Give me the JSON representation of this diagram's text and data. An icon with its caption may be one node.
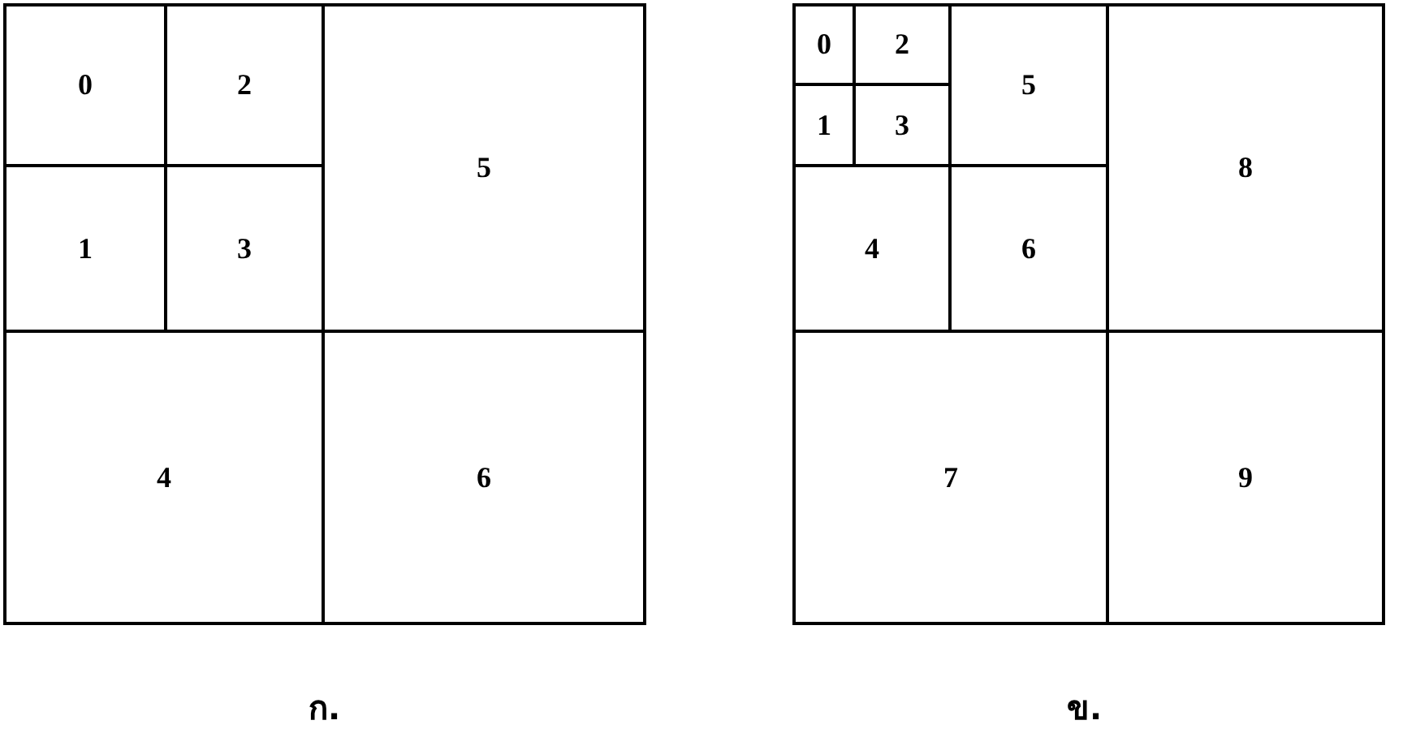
{
  "diagram": {
    "nodes": [
      {
        "text": [],
        "shape": "box",
        "beside": [
          "ก."
        ]
      },
      {
        "text": [
          "0"
        ],
        "in": 0
      },
      {
        "text": [
          "2"
        ],
        "in": 0
      },
      {
        "text": [
          "5"
        ],
        "in": 0
      },
      {
        "text": [
          "1"
        ],
        "in": 0
      },
      {
        "text": [
          "3"
        ],
        "in": 0
      },
      {
        "text": [
          "4"
        ],
        "in": 0
      },
      {
        "text": [
          "6"
        ],
        "in": 0
      },
      {
        "text": [],
        "shape": "box",
        "beside": [
          "ข."
        ]
      },
      {
        "text": [
          "0"
        ],
        "in": 8
      },
      {
        "text": [
          "2"
        ],
        "in": 8
      },
      {
        "text": [
          "5"
        ],
        "in": 8
      },
      {
        "text": [
          "8"
        ],
        "in": 8
      },
      {
        "text": [
          "1"
        ],
        "in": 8
      },
      {
        "text": [
          "3"
        ],
        "in": 8
      },
      {
        "text": [
          "4"
        ],
        "in": 8
      },
      {
        "text": [
          "6"
        ],
        "in": 8
      },
      {
        "text": [
          "7"
        ],
        "in": 8
      },
      {
        "text": [
          "9"
        ],
        "in": 8
      }
    ]
  }
}
